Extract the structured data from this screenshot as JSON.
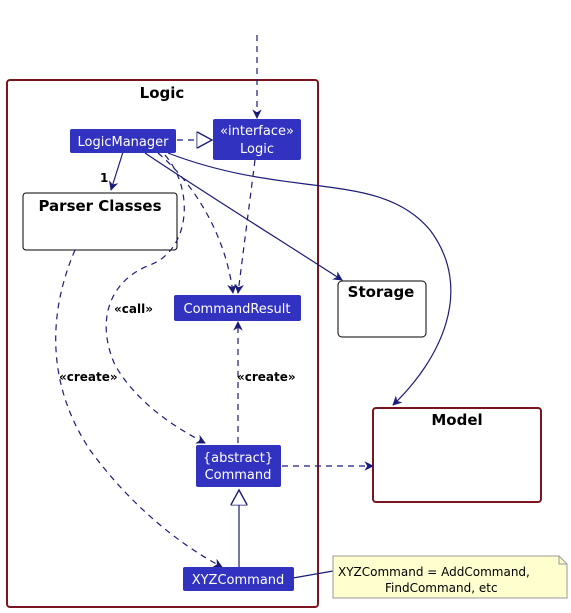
{
  "packages": {
    "logic": "Logic",
    "storage": "Storage",
    "model": "Model",
    "parser": "Parser Classes"
  },
  "classes": {
    "logic_manager": "LogicManager",
    "logic_interface_stereotype": "«interface»",
    "logic_interface_name": "Logic",
    "command_result": "CommandResult",
    "command_stereotype": "{abstract}",
    "command_name": "Command",
    "xyz_command": "XYZCommand"
  },
  "labels": {
    "multiplicity": "1",
    "call": "«call»",
    "create_left": "«create»",
    "create_right": "«create»"
  },
  "note": {
    "line1": "XYZCommand = AddCommand,",
    "line2": "FindCommand, etc"
  },
  "colors": {
    "package_border": "#7a1520",
    "class_fill": "#3232c0",
    "edge": "#1b1b7a",
    "note_fill": "#fefece"
  }
}
